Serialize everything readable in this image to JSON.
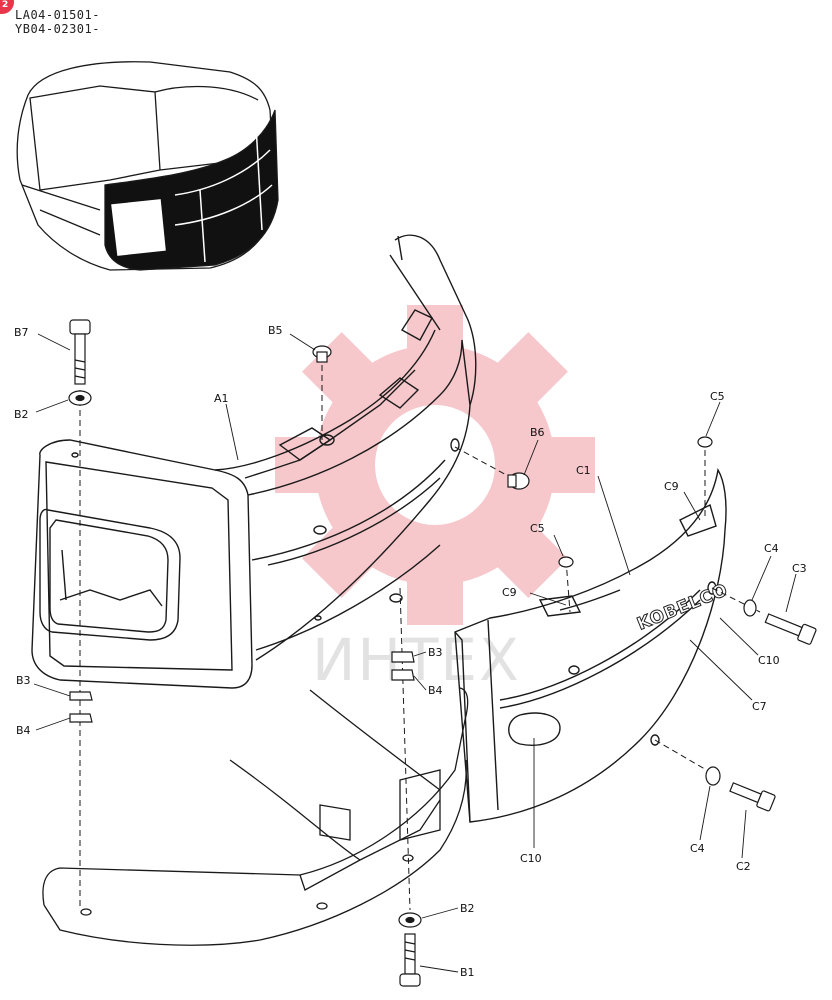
{
  "header": {
    "serial_1": "LA04-01501-",
    "serial_2": "YB04-02301-",
    "badge_number": "2"
  },
  "brand_lettering": "KOBELCO",
  "watermark_text": "ИНТЕХ",
  "colors": {
    "line": "#1a1a1a",
    "watermark": "#e23a47",
    "badge": "#e8364a"
  },
  "callouts": {
    "A1": "A1",
    "B1": "B1",
    "B2_top": "B2",
    "B2_bottom": "B2",
    "B3_left": "B3",
    "B3_mid": "B3",
    "B4_left": "B4",
    "B4_mid": "B4",
    "B5": "B5",
    "B6": "B6",
    "B7": "B7",
    "C1": "C1",
    "C2": "C2",
    "C3": "C3",
    "C4_right": "C4",
    "C4_bottom": "C4",
    "C5_top": "C5",
    "C5_mid": "C5",
    "C7": "C7",
    "C9_top": "C9",
    "C9_mid": "C9",
    "C10_right": "C10",
    "C10_bottom": "C10"
  }
}
